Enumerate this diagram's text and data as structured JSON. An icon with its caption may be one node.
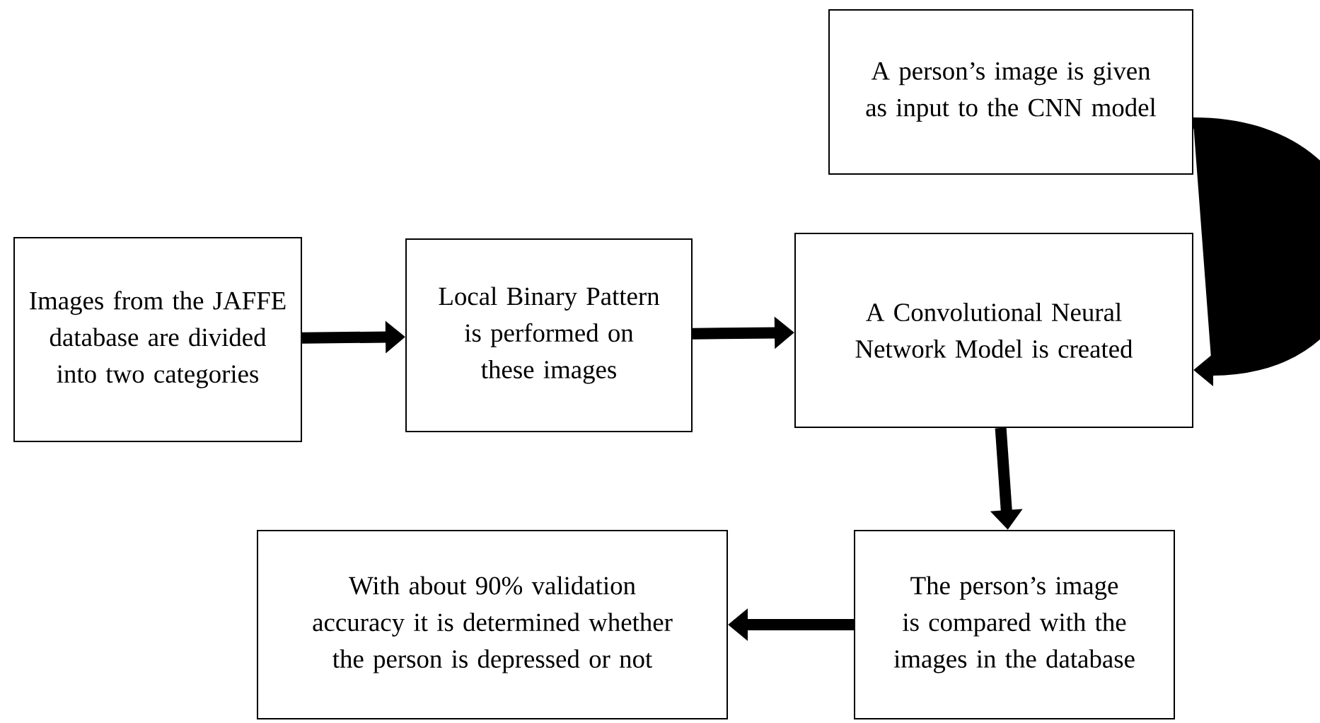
{
  "diagram": {
    "nodes": [
      {
        "text": [
          "A person’s image is given as input to the CNN model"
        ]
      },
      {
        "text": [
          "Images from the JAFFE database are divided into two categories"
        ]
      },
      {
        "text": [
          "Local Binary Pattern is performed on these images"
        ]
      },
      {
        "text": [
          "A Convolutional Neural Network Model is created"
        ]
      },
      {
        "text": [
          "The person’s image is compared with the images in the database"
        ]
      },
      {
        "text": [
          "With about 90% validation accuracy it is determined whether the person is depressed or not"
        ]
      }
    ],
    "edges": [
      {
        "from": 0,
        "to": 3,
        "arrow": "to"
      },
      {
        "from": 1,
        "to": 2,
        "arrow": "to"
      },
      {
        "from": 2,
        "to": 3,
        "arrow": "to"
      },
      {
        "from": 3,
        "to": 4,
        "arrow": "to"
      },
      {
        "from": 4,
        "to": 5,
        "arrow": "to"
      }
    ]
  }
}
